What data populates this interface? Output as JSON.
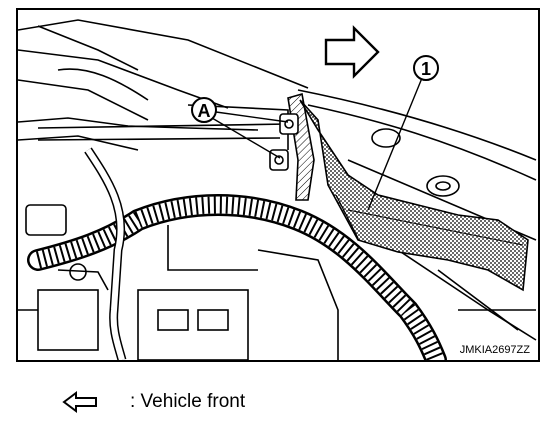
{
  "diagram": {
    "callouts": {
      "part_a": "A",
      "part_1": "1"
    },
    "image_code": "JMKIA2697ZZ"
  },
  "legend": {
    "arrow_icon": "hollow-arrow-left-icon",
    "text": ": Vehicle front"
  }
}
